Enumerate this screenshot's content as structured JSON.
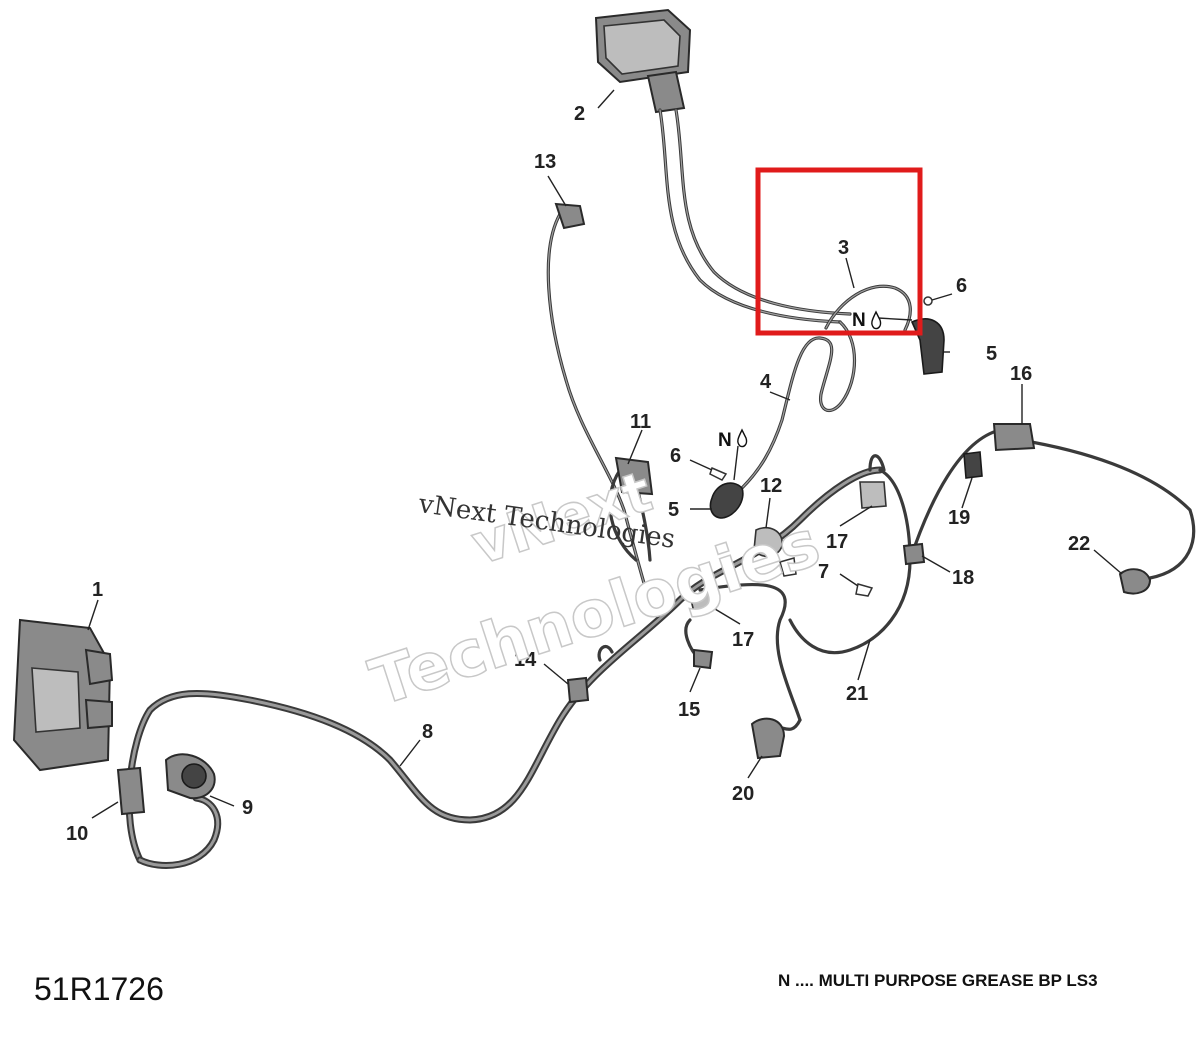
{
  "diagram": {
    "code": "51R1726",
    "legend_note": "N .... MULTI PURPOSE GREASE BP LS3",
    "watermark": {
      "line1": "vNext",
      "line2": "Technologies",
      "inline": "vNext Technologies"
    },
    "highlight_color": "#e01b1b",
    "grease_mark": "N",
    "callouts": [
      "1",
      "2",
      "3",
      "4",
      "5",
      "5",
      "6",
      "6",
      "7",
      "8",
      "9",
      "10",
      "11",
      "12",
      "13",
      "14",
      "15",
      "16",
      "17",
      "17",
      "18",
      "19",
      "20",
      "21",
      "22"
    ]
  }
}
